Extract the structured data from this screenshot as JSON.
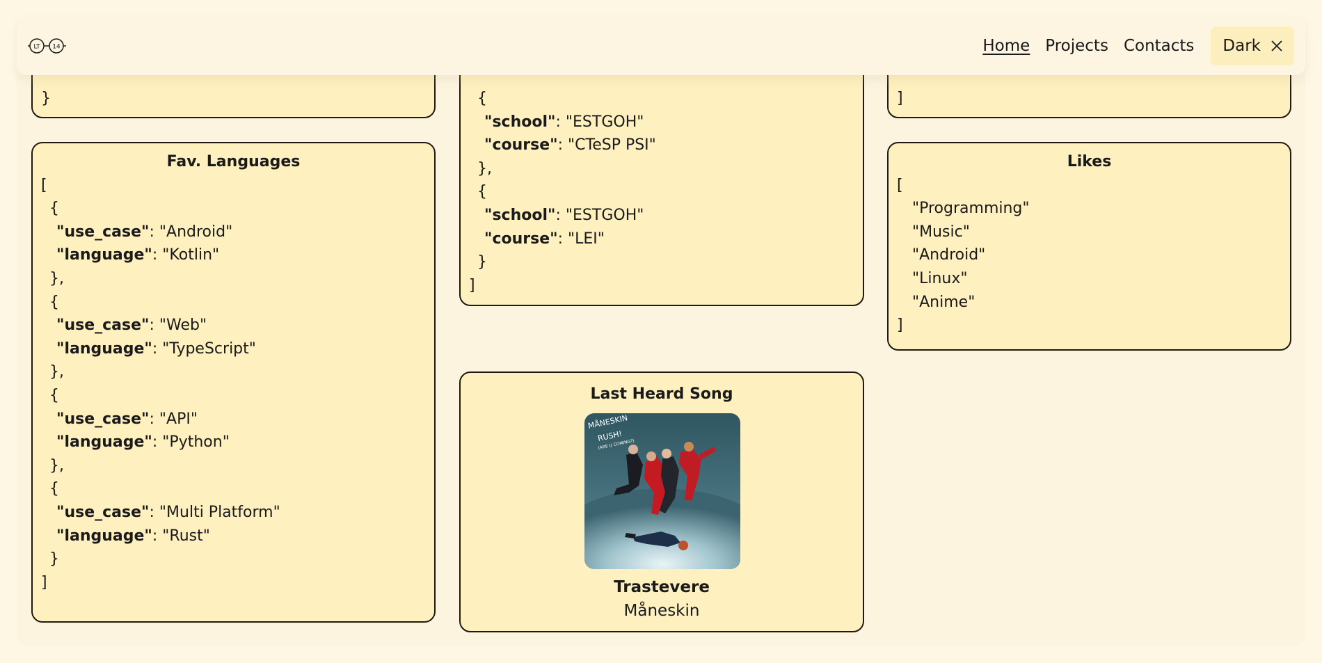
{
  "nav": {
    "logo_left": "LT",
    "logo_right": "14",
    "links": [
      "Home",
      "Projects",
      "Contacts"
    ],
    "theme_label": "Dark"
  },
  "top_left_card": {
    "fragment": "}"
  },
  "top_right_card": {
    "fragment": "]"
  },
  "education_card": {
    "lines": [
      {
        "text": "{",
        "level": 1
      },
      {
        "key": "\"school\"",
        "value": ": \"ESTGOH\"",
        "level": 2
      },
      {
        "key": "\"course\"",
        "value": ": \"CTeSP PSI\"",
        "level": 2
      },
      {
        "text": "},",
        "level": 1
      },
      {
        "text": "{",
        "level": 1
      },
      {
        "key": "\"school\"",
        "value": ": \"ESTGOH\"",
        "level": 2
      },
      {
        "key": "\"course\"",
        "value": ": \"LEI\"",
        "level": 2
      },
      {
        "text": "}",
        "level": 1
      },
      {
        "text": "]",
        "level": 0
      }
    ]
  },
  "languages_card": {
    "title": "Fav. Languages",
    "lines": [
      {
        "text": "[",
        "level": 0
      },
      {
        "text": "{",
        "level": 1
      },
      {
        "key": "\"use_case\"",
        "value": ": \"Android\"",
        "level": 2
      },
      {
        "key": "\"language\"",
        "value": ": \"Kotlin\"",
        "level": 2
      },
      {
        "text": "},",
        "level": 1
      },
      {
        "text": "{",
        "level": 1
      },
      {
        "key": "\"use_case\"",
        "value": ": \"Web\"",
        "level": 2
      },
      {
        "key": "\"language\"",
        "value": ": \"TypeScript\"",
        "level": 2
      },
      {
        "text": "},",
        "level": 1
      },
      {
        "text": "{",
        "level": 1
      },
      {
        "key": "\"use_case\"",
        "value": ": \"API\"",
        "level": 2
      },
      {
        "key": "\"language\"",
        "value": ": \"Python\"",
        "level": 2
      },
      {
        "text": "},",
        "level": 1
      },
      {
        "text": "{",
        "level": 1
      },
      {
        "key": "\"use_case\"",
        "value": ": \"Multi Platform\"",
        "level": 2
      },
      {
        "key": "\"language\"",
        "value": ": \"Rust\"",
        "level": 2
      },
      {
        "text": "}",
        "level": 1
      },
      {
        "text": "]",
        "level": 0
      }
    ]
  },
  "likes_card": {
    "title": "Likes",
    "lines": [
      {
        "text": "[",
        "level": 0
      },
      {
        "text": "\"Programming\"",
        "level": 2
      },
      {
        "text": "\"Music\"",
        "level": 2
      },
      {
        "text": "\"Android\"",
        "level": 2
      },
      {
        "text": "\"Linux\"",
        "level": 2
      },
      {
        "text": "\"Anime\"",
        "level": 2
      },
      {
        "text": "]",
        "level": 0
      }
    ]
  },
  "song_card": {
    "title": "Last Heard Song",
    "song": "Trastevere",
    "artist": "Måneskin",
    "cover_text_1": "MÅNESKIN",
    "cover_text_2": "RUSH!",
    "cover_text_3": "(ARE U COMING?)"
  },
  "colors": {
    "background": "#fef7e4",
    "card": "#fef0bf",
    "border": "#1f1a10",
    "theme_button": "#fdeebd"
  }
}
